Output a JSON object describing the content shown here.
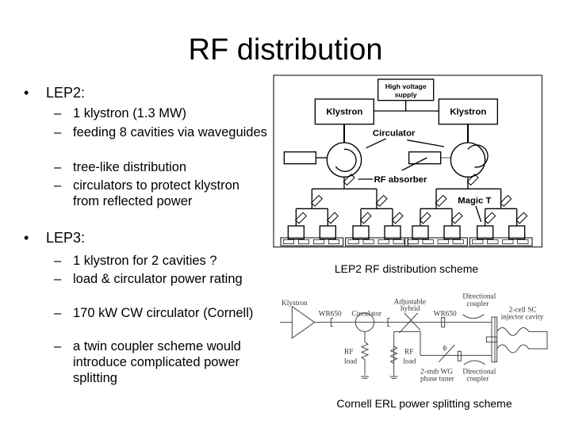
{
  "title": "RF distribution",
  "sections": [
    {
      "label": "LEP2:",
      "items": [
        "1 klystron (1.3 MW)",
        "feeding 8 cavities via waveguides",
        "tree-like distribution",
        "circulators to protect klystron from reflected power"
      ]
    },
    {
      "label": "LEP3:",
      "items": [
        "1 klystron for 2 cavities ?",
        "load & circulator power rating",
        "170 kW CW circulator (Cornell)",
        "a twin coupler scheme would introduce complicated power splitting"
      ]
    }
  ],
  "bullet_icon": "•",
  "dash_icon": "–",
  "diagram1": {
    "caption": "LEP2 RF distribution scheme",
    "labels": {
      "hv1": "High voltage",
      "hv2": "supply",
      "klystron": "Klystron",
      "circulator": "Circulator",
      "absorber": "RF absorber",
      "magic": "Magic T"
    }
  },
  "diagram2": {
    "caption": "Cornell ERL power splitting scheme",
    "labels": {
      "klystron": "Klystron",
      "wr1": "WR650",
      "circulator": "Circulator",
      "hybrid1": "Adjustable",
      "hybrid2": "hybrid",
      "wr2": "WR650",
      "dc1a": "Directional",
      "dc1b": "coupler",
      "cav1": "2-cell SC",
      "cav2": "injector cavity",
      "rf1a": "RF",
      "rf1b": "load",
      "rf2a": "RF",
      "rf2b": "load",
      "stub1": "2-stub WG",
      "stub2": "phase tuner",
      "dc2a": "Directional",
      "dc2b": "coupler",
      "phi": "ϕ"
    }
  }
}
